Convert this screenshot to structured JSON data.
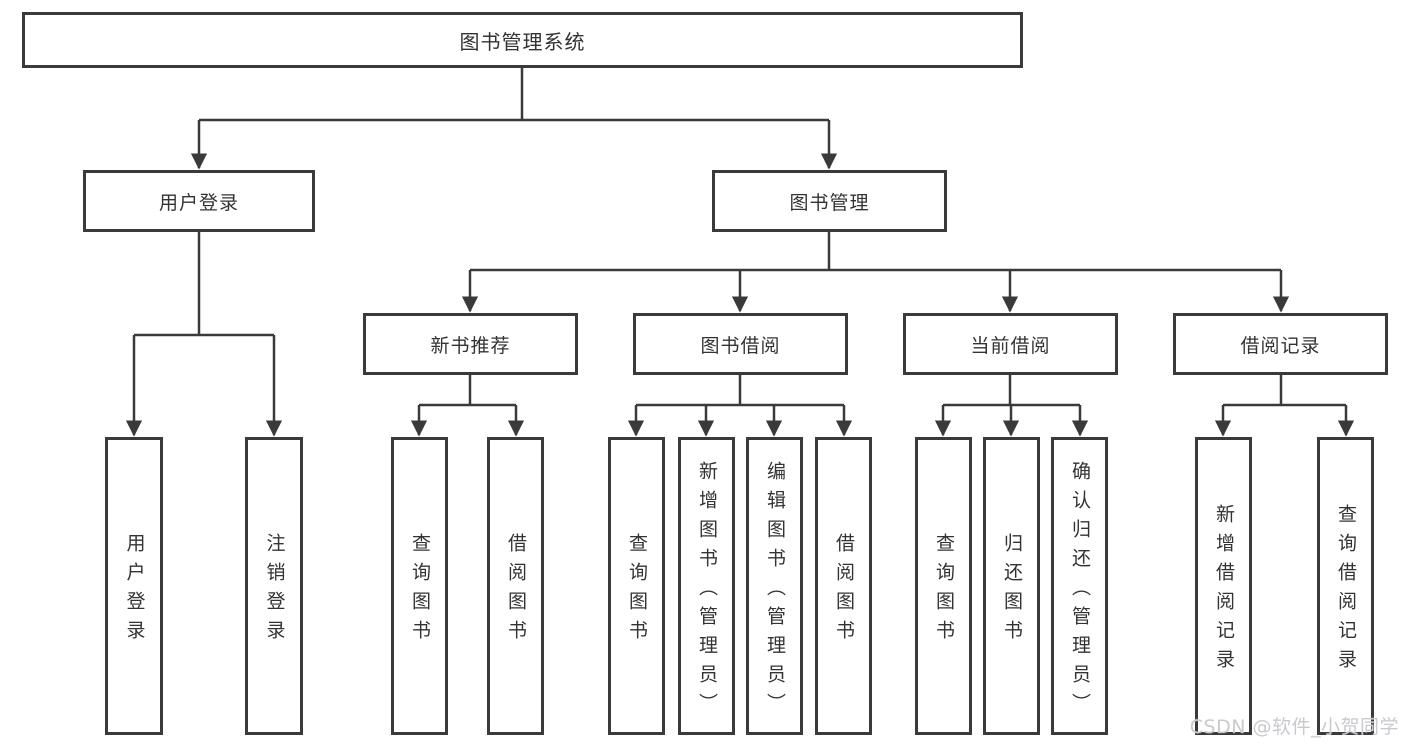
{
  "diagram": {
    "title": "图书管理系统",
    "nodes": {
      "root": {
        "label": "图书管理系统"
      },
      "user_login": {
        "label": "用户登录"
      },
      "book_management": {
        "label": "图书管理"
      },
      "new_book_recommendation": {
        "label": "新书推荐"
      },
      "book_borrowing": {
        "label": "图书借阅"
      },
      "current_borrowing": {
        "label": "当前借阅"
      },
      "borrowing_records": {
        "label": "借阅记录"
      },
      "leaf_user_login": {
        "label": "用户登录"
      },
      "leaf_logout": {
        "label": "注销登录"
      },
      "leaf_recommend_search_books": {
        "label": "查询图书"
      },
      "leaf_recommend_borrow_books": {
        "label": "借阅图书"
      },
      "leaf_borrow_search_books": {
        "label": "查询图书"
      },
      "leaf_borrow_add_books_admin": {
        "label": "新增图书（管理员）"
      },
      "leaf_borrow_edit_books_admin": {
        "label": "编辑图书（管理员）"
      },
      "leaf_borrow_borrow_books": {
        "label": "借阅图书"
      },
      "leaf_current_search_books": {
        "label": "查询图书"
      },
      "leaf_current_return_books": {
        "label": "归还图书"
      },
      "leaf_current_confirm_return_admin": {
        "label": "确认归还（管理员）"
      },
      "leaf_records_add_borrow_record": {
        "label": "新增借阅记录"
      },
      "leaf_records_search_borrow_record": {
        "label": "查询借阅记录"
      }
    },
    "colors": {
      "line": "#3a3a3a",
      "text": "#333333",
      "background": "#ffffff",
      "watermark": "#c5c7cb"
    }
  },
  "watermark": {
    "text": "CSDN @软件_小贺同学"
  }
}
